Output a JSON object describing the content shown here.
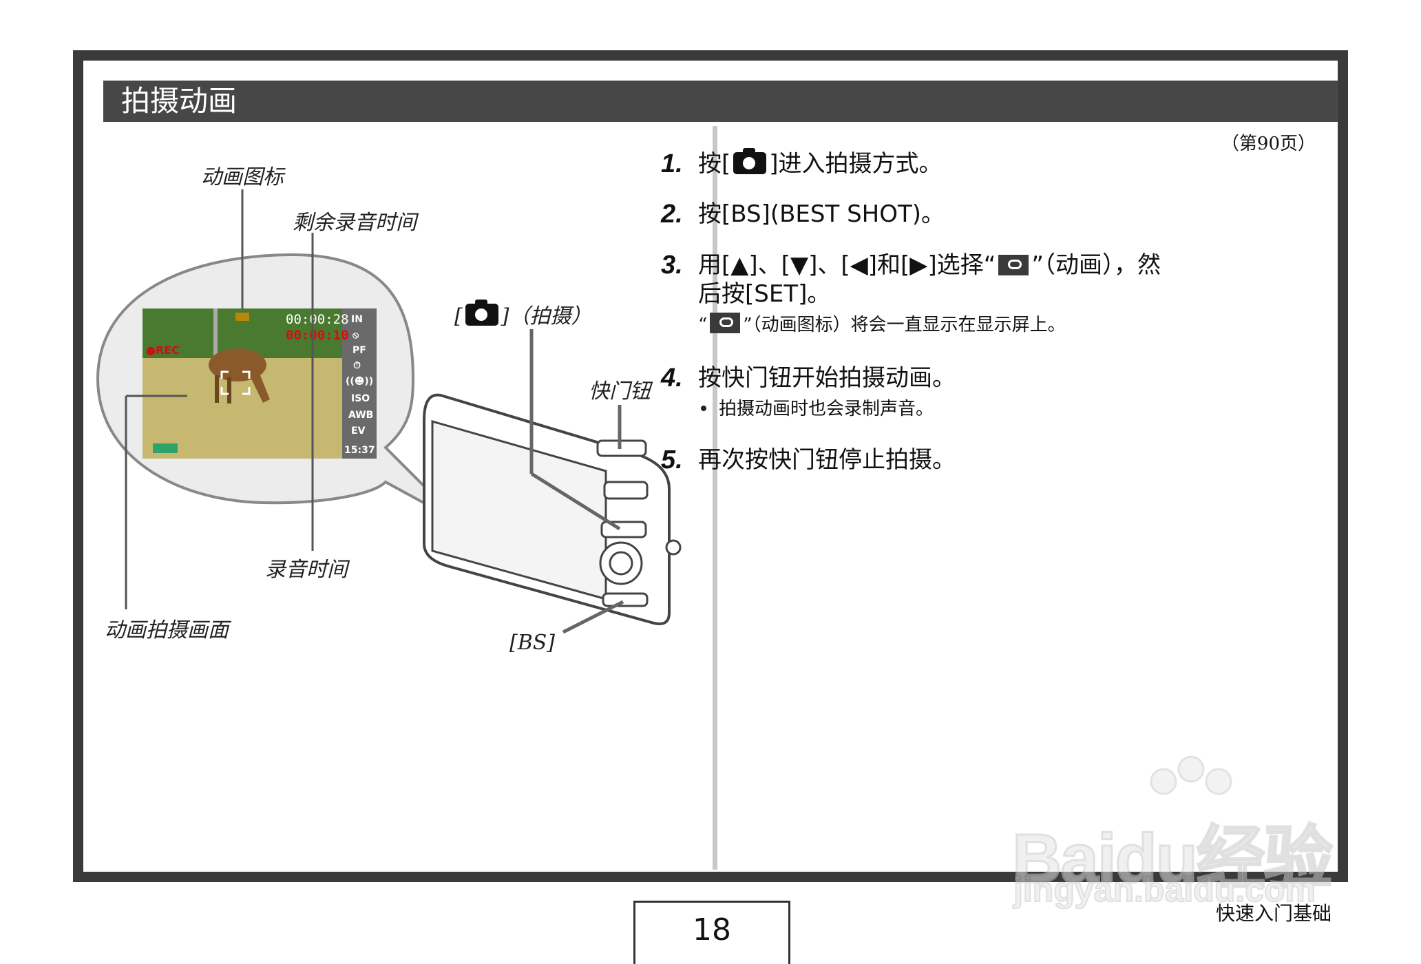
{
  "section_title": "拍摄动画",
  "page_ref": "（第90页）",
  "labels": {
    "movie_icon": "动画图标",
    "remaining_time": "剩余录音时间",
    "shoot_button_prefix": "[",
    "shoot_button_suffix": "]（拍摄）",
    "shutter": "快门钮",
    "record_time": "录音时间",
    "movie_screen": "动画拍摄画面",
    "bs": "[BS]"
  },
  "lcd": {
    "time_remaining": "00:00:28",
    "time_recorded": "00:00:10",
    "rec": "●REC",
    "clock": "15:37",
    "side_icons": [
      "IN",
      "⦸",
      "PF",
      "⏱",
      "((☻))",
      "ISO",
      "AWB",
      "EV"
    ]
  },
  "steps": [
    {
      "num": "1.",
      "text_before": "按[",
      "text_after": "]进入拍摄方式。"
    },
    {
      "num": "2.",
      "text": "按[BS](BEST SHOT)。"
    },
    {
      "num": "3.",
      "text_before": "用[▲]、[▼]、[◀]和[▶]选择“",
      "text_after": "”（动画），然",
      "text_line2": "后按[SET]。",
      "note_before": "“",
      "note_after": "”（动画图标）将会一直显示在显示屏上。"
    },
    {
      "num": "4.",
      "text": "按快门钮开始拍摄动画。",
      "bullet": "拍摄动画时也会录制声音。"
    },
    {
      "num": "5.",
      "text": "再次按快门钮停止拍摄。"
    }
  ],
  "page_number": "18",
  "footer_section": "快速入门基础",
  "watermark": {
    "text": "Baidu经验",
    "url": "jingyan.baidu.com"
  }
}
